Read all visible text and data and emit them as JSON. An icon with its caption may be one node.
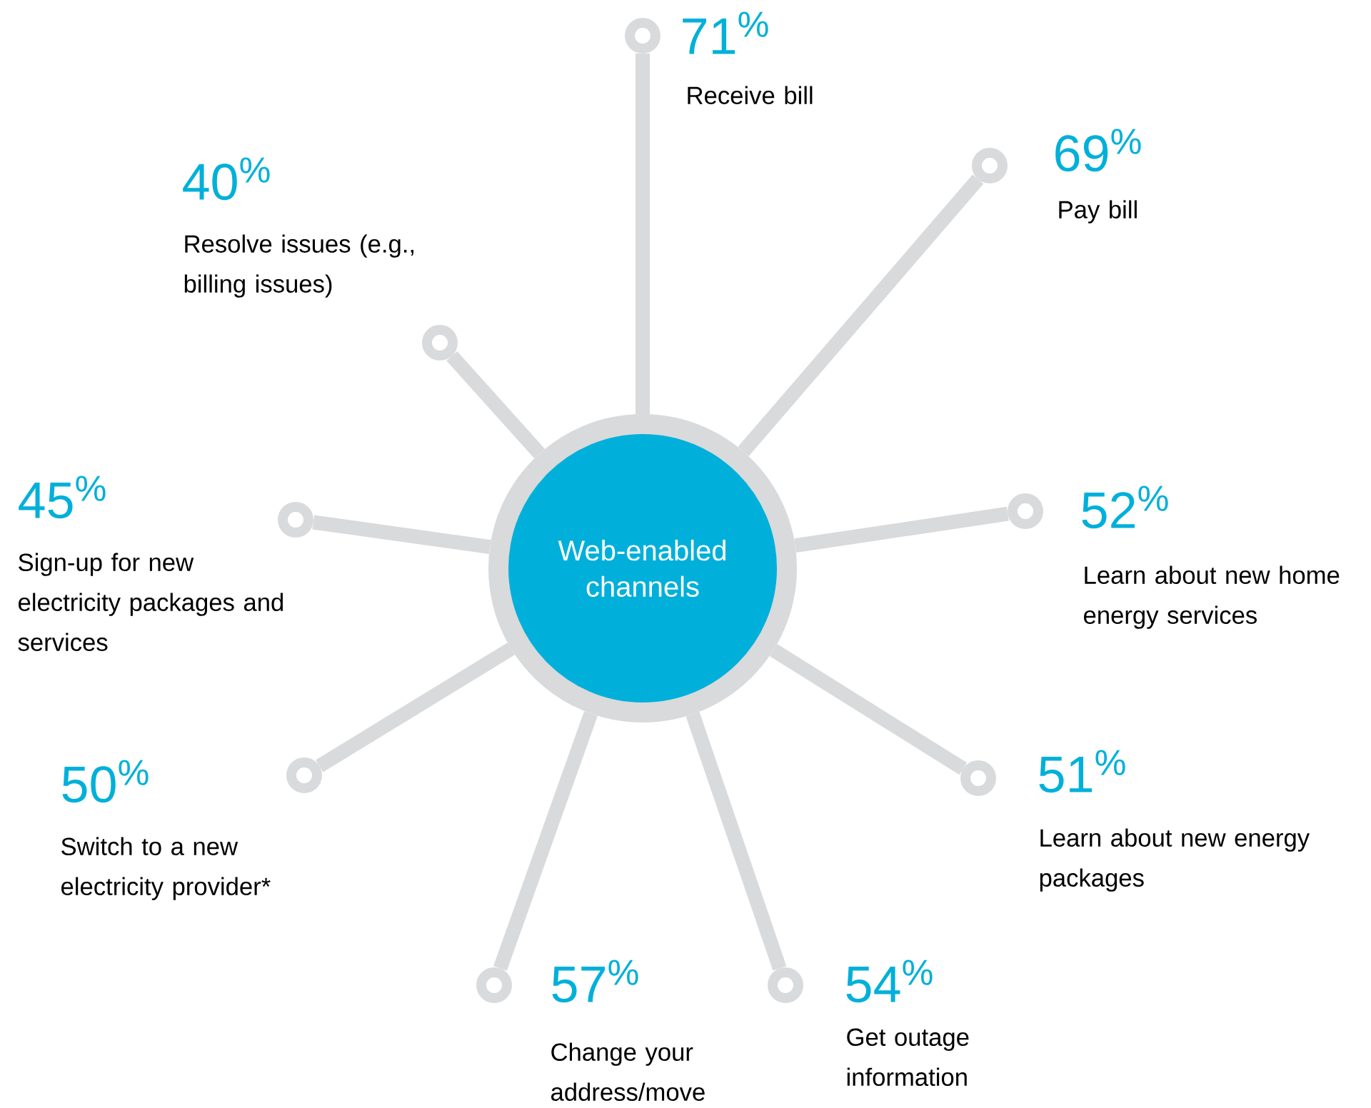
{
  "diagram": {
    "nodes": [
      {
        "text": [
          "Web-enabled channels"
        ]
      },
      {
        "text": [],
        "shape": "circle",
        "beside": [
          "71$^{%}$",
          "Receive bill"
        ]
      },
      {
        "text": [],
        "shape": "circle",
        "beside": [
          "69$^{%}$",
          "Pay bill"
        ]
      },
      {
        "text": [],
        "shape": "circle",
        "beside": [
          "52$^{%}$",
          "Learn about new home energy services"
        ]
      },
      {
        "text": [],
        "shape": "circle",
        "beside": [
          "51$^{%}$",
          "Learn about new energy packages"
        ]
      },
      {
        "text": [],
        "shape": "circle",
        "beside": [
          "54$^{%}$",
          "Get outage information"
        ]
      },
      {
        "text": [],
        "shape": "circle",
        "beside": [
          "57$^{%}$",
          "Change your address/move"
        ]
      },
      {
        "text": [],
        "shape": "circle",
        "beside": [
          "50$^{%}$",
          "Switch to a new electricity provider*"
        ]
      },
      {
        "text": [],
        "shape": "circle",
        "beside": [
          "45$^{%}$",
          "Sign-up for new electricity packages and services"
        ]
      },
      {
        "text": [],
        "shape": "circle",
        "beside": [
          "40$^{%}$",
          "Resolve issues (e.g., billing issues)"
        ]
      }
    ],
    "edges": [
      {
        "from": 0,
        "to": 1,
        "arrow": "none"
      },
      {
        "from": 0,
        "to": 2,
        "arrow": "none"
      },
      {
        "from": 0,
        "to": 3,
        "arrow": "none"
      },
      {
        "from": 0,
        "to": 4,
        "arrow": "none"
      },
      {
        "from": 0,
        "to": 5,
        "arrow": "none"
      },
      {
        "from": 0,
        "to": 6,
        "arrow": "none"
      },
      {
        "from": 0,
        "to": 7,
        "arrow": "none"
      },
      {
        "from": 0,
        "to": 8,
        "arrow": "none"
      },
      {
        "from": 0,
        "to": 9,
        "arrow": "none"
      }
    ]
  }
}
